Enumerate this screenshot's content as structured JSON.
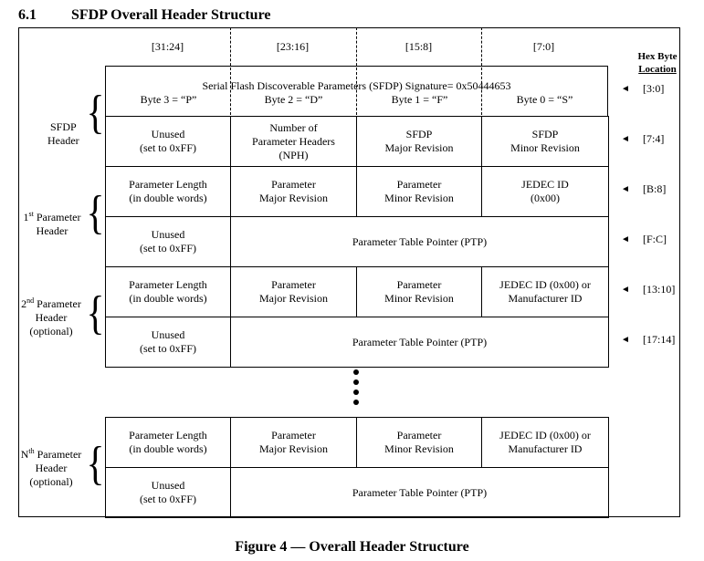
{
  "section": {
    "number": "6.1",
    "title": "SFDP Overall Header Structure"
  },
  "columns": [
    "[31:24]",
    "[23:16]",
    "[15:8]",
    "[7:0]"
  ],
  "hex_header": [
    "Hex Byte",
    "Location"
  ],
  "signature": {
    "text": "Serial Flash Discoverable Parameters (SFDP) Signature= 0x50444653",
    "bytes": [
      "Byte 3 = “P”",
      "Byte 2 = “D”",
      "Byte 1 = “F”",
      "Byte 0 = “S”"
    ]
  },
  "rows": [
    {
      "hex": "[3:0]"
    },
    {
      "hex": "[7:4]",
      "cells": [
        "Unused\n(set to 0xFF)",
        "Number of\nParameter Headers\n(NPH)",
        "SFDP\nMajor Revision",
        "SFDP\nMinor Revision"
      ]
    },
    {
      "hex": "[B:8]",
      "cells": [
        "Parameter Length\n(in double words)",
        "Parameter\nMajor Revision",
        "Parameter\nMinor Revision",
        "JEDEC ID\n(0x00)"
      ]
    },
    {
      "hex": "[F:C]",
      "cells": [
        "Unused\n(set to 0xFF)",
        "Parameter Table Pointer (PTP)"
      ]
    },
    {
      "hex": "[13:10]",
      "cells": [
        "Parameter Length\n(in double words)",
        "Parameter\nMajor Revision",
        "Parameter\nMinor Revision",
        "JEDEC ID (0x00) or\nManufacturer ID"
      ]
    },
    {
      "hex": "[17:14]",
      "cells": [
        "Unused\n(set to 0xFF)",
        "Parameter Table Pointer (PTP)"
      ]
    },
    {
      "cells": [
        "Parameter Length\n(in double words)",
        "Parameter\nMajor Revision",
        "Parameter\nMinor Revision",
        "JEDEC ID (0x00) or\nManufacturer ID"
      ]
    },
    {
      "cells": [
        "Unused\n(set to 0xFF)",
        "Parameter Table Pointer (PTP)"
      ]
    }
  ],
  "groups": [
    {
      "label": "SFDP\nHeader"
    },
    {
      "prefix": "1",
      "sup": "st",
      "label": " Parameter\nHeader"
    },
    {
      "prefix": "2",
      "sup": "nd",
      "label": " Parameter\nHeader\n(optional)"
    },
    {
      "prefix": "N",
      "sup": "th",
      "label": " Parameter\nHeader\n(optional)"
    }
  ],
  "arrow_glyph": "◄",
  "caption": "Figure 4 — Overall Header Structure"
}
